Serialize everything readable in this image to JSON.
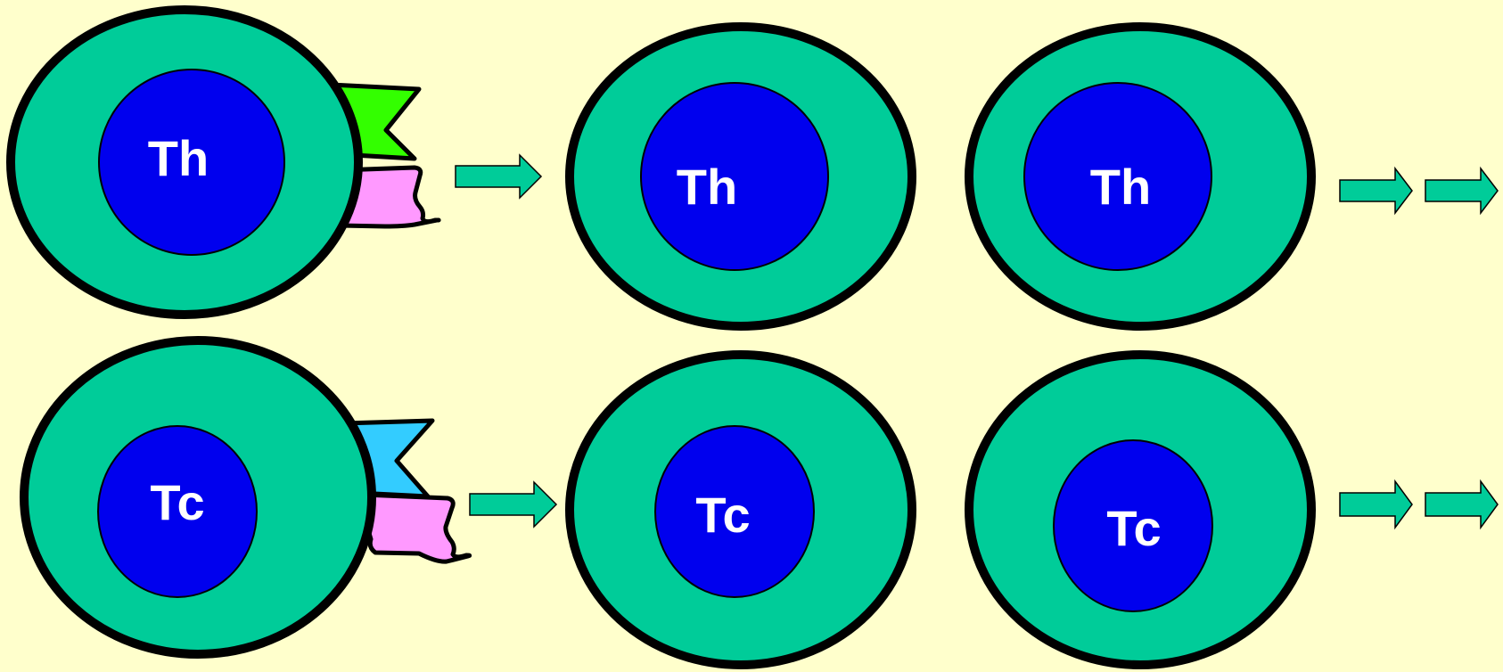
{
  "colors": {
    "background": "#FFFFCC",
    "cytoplasm": "#00CC99",
    "nucleus": "#0000EE",
    "outline": "#000000",
    "label": "#FFFFFF",
    "th_receptor": "#33FF00",
    "tc_receptor": "#33CCFF",
    "coreceptor": "#FF99FF"
  },
  "rows": [
    {
      "cell_type": "Th",
      "cells": [
        {
          "label": "Th",
          "has_receptor": true
        },
        {
          "label": "Th",
          "has_receptor": false
        },
        {
          "label": "Th",
          "has_receptor": false
        }
      ]
    },
    {
      "cell_type": "Tc",
      "cells": [
        {
          "label": "Tc",
          "has_receptor": true
        },
        {
          "label": "Tc",
          "has_receptor": false
        },
        {
          "label": "Tc",
          "has_receptor": false
        }
      ]
    }
  ],
  "icons": {
    "arrow": "right-arrow-icon",
    "receptor": "flag-receptor-icon"
  }
}
